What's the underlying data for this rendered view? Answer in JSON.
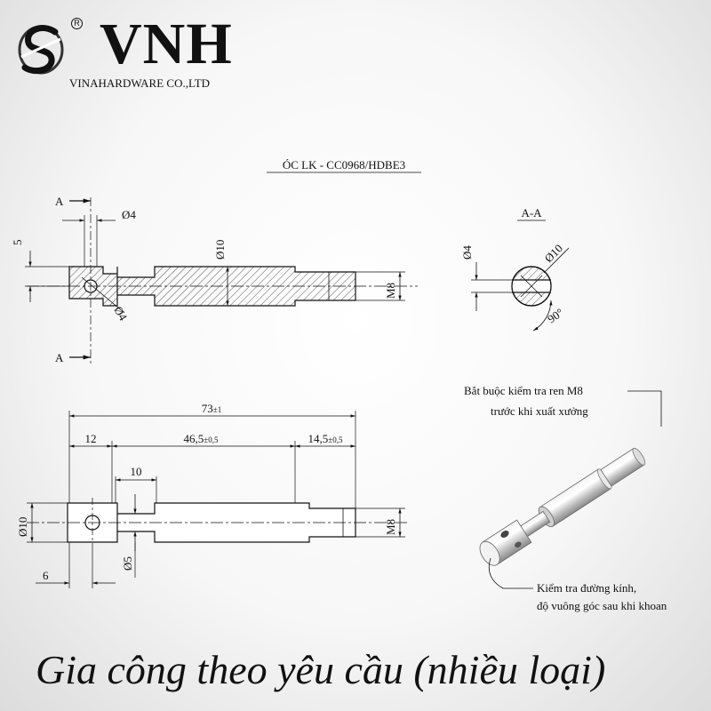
{
  "header": {
    "brand": "VNH",
    "registered_mark": "R",
    "company": "VINAHARDWARE CO.,LTD"
  },
  "drawing": {
    "title": "ÓC LK - CC0968/HDBE3",
    "section_view": {
      "section_letter": "A",
      "label": "A-A",
      "dim_d4": "Ø4",
      "dim_d10": "Ø10",
      "angle": "90°"
    },
    "side_view": {
      "dim_d4_top": "Ø4",
      "dim_5": "5",
      "dim_d10": "Ø10",
      "dim_m8": "M8",
      "dim_d4_hole": "Ø4"
    },
    "dimension_view": {
      "overall": "73",
      "overall_tol": "±1",
      "dim_12": "12",
      "dim_465": "46,5",
      "dim_465_tol": "±0,5",
      "dim_145": "14,5",
      "dim_145_tol": "±0,5",
      "dim_10": "10",
      "dim_d10": "Ø10",
      "dim_m8": "M8",
      "dim_d5": "Ø5",
      "dim_6": "6"
    },
    "notes": {
      "thread_check_line1": "Bắt buộc kiểm tra ren M8",
      "thread_check_line2": "trước khi xuất xưởng",
      "hole_check_line1": "Kiểm tra đường kính,",
      "hole_check_line2": "độ vuông góc sau khi khoan"
    }
  },
  "footer": {
    "tagline": "Gia công theo yêu cầu (nhiều loại)"
  }
}
